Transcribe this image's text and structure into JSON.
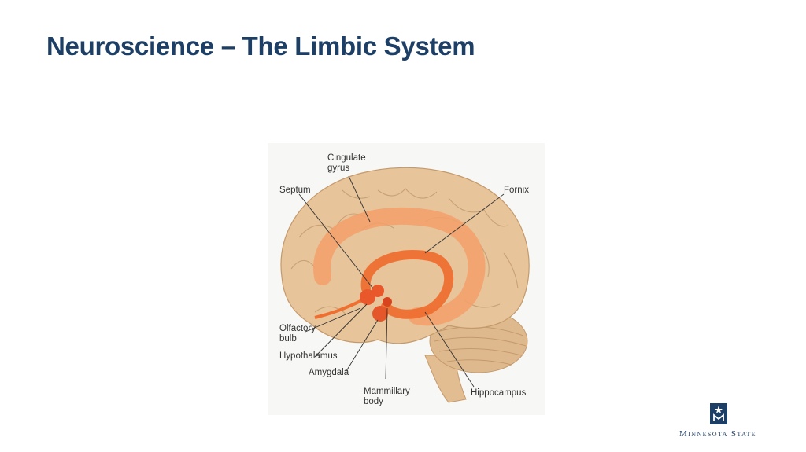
{
  "slide": {
    "title": "Neuroscience – The Limbic System"
  },
  "figure": {
    "labels": {
      "cingulate_gyrus": "Cingulate\ngyrus",
      "septum": "Septum",
      "fornix": "Fornix",
      "olfactory_bulb": "Olfactory\nbulb",
      "hypothalamus": "Hypothalamus",
      "amygdala": "Amygdala",
      "mammillary_body": "Mammillary\nbody",
      "hippocampus": "Hippocampus"
    }
  },
  "colors": {
    "title": "#1d3f66",
    "brain": "#e7c49a",
    "limbic": "#f07a3c",
    "brand": "#1d3f66"
  },
  "logo": {
    "text": "Minnesota State"
  }
}
